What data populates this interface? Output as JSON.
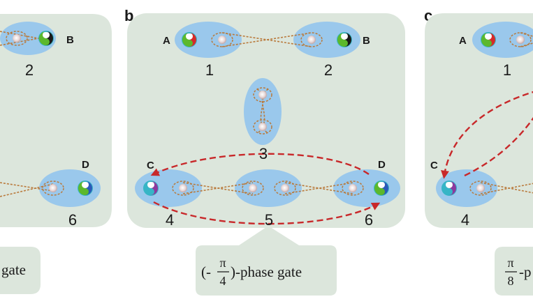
{
  "panels": {
    "a": {
      "gate_text": "gate",
      "site_B_label": "B",
      "site_D_label": "D",
      "site_2_number": "2",
      "site_6_number": "6"
    },
    "b": {
      "panel_letter": "b",
      "site_A_label": "A",
      "site_B_label": "B",
      "site_C_label": "C",
      "site_D_label": "D",
      "numbers": [
        "1",
        "2",
        "3",
        "4",
        "5",
        "6"
      ],
      "gate_prefix": "(-",
      "gate_frac_num": "π",
      "gate_frac_den": "4",
      "gate_suffix": ")-phase gate"
    },
    "c": {
      "panel_letter": "c",
      "site_A_label": "A",
      "site_C_label": "C",
      "numbers": [
        "1",
        "4"
      ],
      "gate_frac_num": "π",
      "gate_frac_den": "8",
      "gate_suffix": "-p"
    }
  },
  "colors": {
    "panel_bg": "#dce6dc",
    "site_blue": "#9ac8ec",
    "entangle_line": "#b97a3c",
    "arrow": "#c8282a",
    "ring_teal": "#37b5c6",
    "qubit_red": "#d62a2a",
    "qubit_green": "#5cb82c",
    "qubit_purple": "#8c3a9e",
    "qubit_blue": "#2a5ab8"
  }
}
